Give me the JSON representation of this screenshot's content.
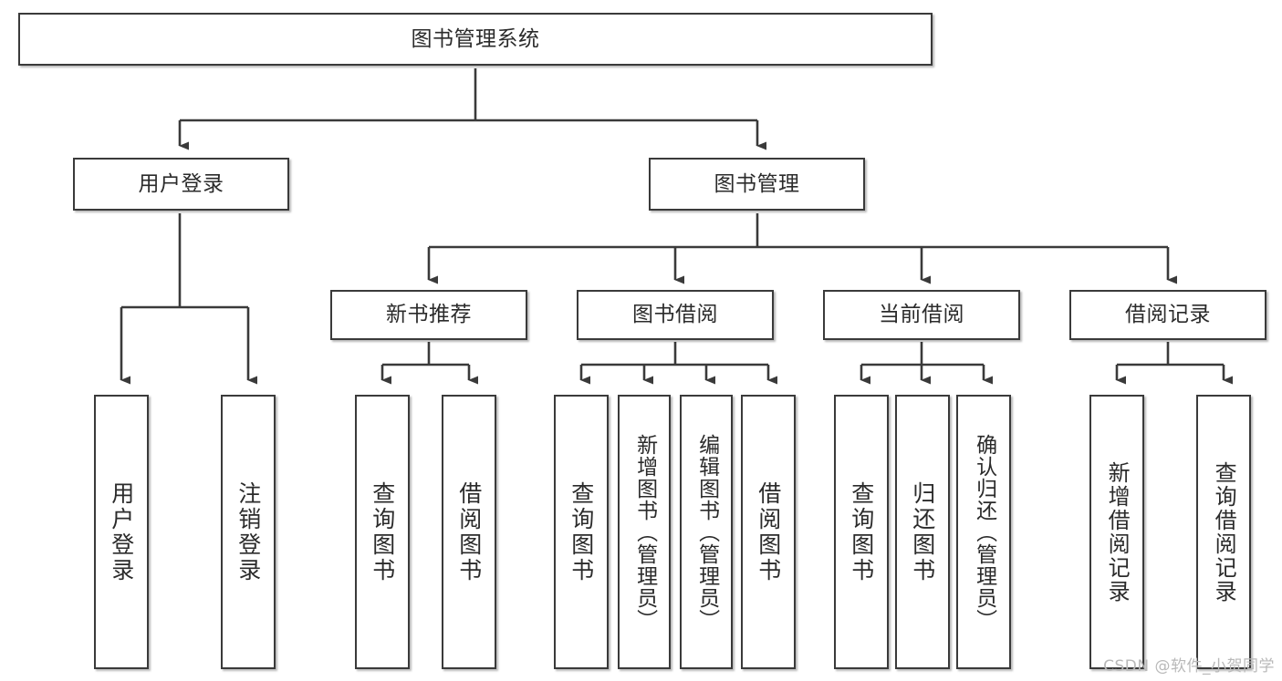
{
  "diagram": {
    "type": "tree-hierarchy",
    "title": "图书管理系统",
    "watermark": "CSDN @软件_小贺同学",
    "colors": {
      "box_border": "#3a3a3a",
      "box_fill": "#ffffff",
      "connector": "#3a3a3a",
      "text": "#2b2b2b",
      "watermark": "#b9b9b9"
    },
    "levels": {
      "root": {
        "label": "图书管理系统"
      },
      "level1": [
        {
          "label": "用户登录"
        },
        {
          "label": "图书管理"
        }
      ],
      "level2": [
        {
          "label": "新书推荐"
        },
        {
          "label": "图书借阅"
        },
        {
          "label": "当前借阅"
        },
        {
          "label": "借阅记录"
        }
      ],
      "leaves": {
        "user_login": [
          {
            "label": "用户登录"
          },
          {
            "label": "注销登录"
          }
        ],
        "new_book_recommend": [
          {
            "label": "查询图书"
          },
          {
            "label": "借阅图书"
          }
        ],
        "book_borrow": [
          {
            "label": "查询图书"
          },
          {
            "label": "新增图书（管理员）"
          },
          {
            "label": "编辑图书（管理员）"
          },
          {
            "label": "借阅图书"
          }
        ],
        "current_borrow": [
          {
            "label": "查询图书"
          },
          {
            "label": "归还图书"
          },
          {
            "label": "确认归还（管理员）"
          }
        ],
        "borrow_record": [
          {
            "label": "新增借阅记录"
          },
          {
            "label": "查询借阅记录"
          }
        ]
      }
    }
  }
}
